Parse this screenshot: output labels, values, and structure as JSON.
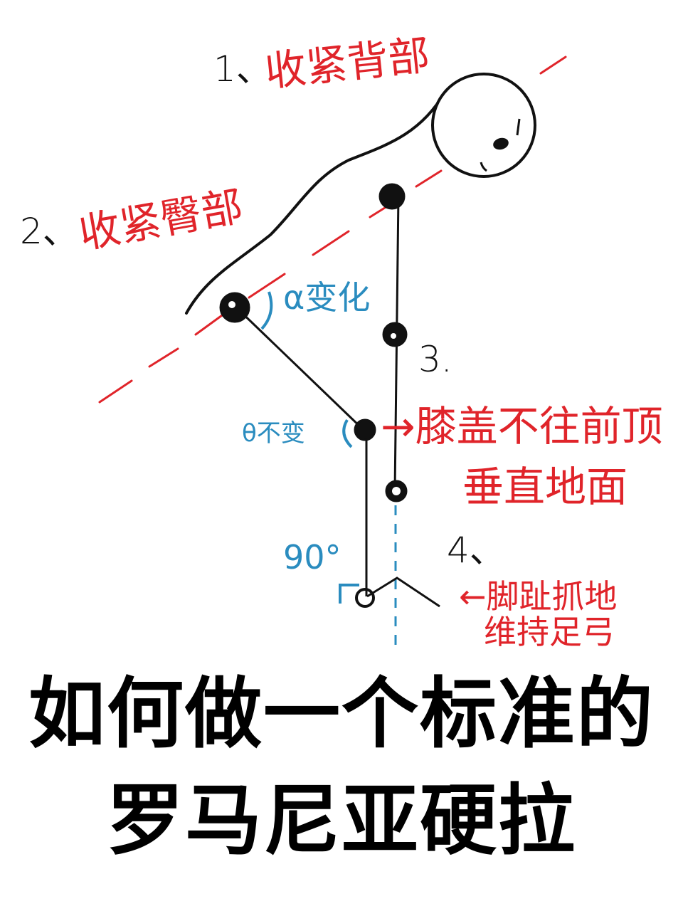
{
  "colors": {
    "ink": "#111111",
    "annotation_red": "#e0242a",
    "annotation_blue": "#2a8cbf",
    "background": "#ffffff"
  },
  "annotations": {
    "step1": {
      "number": "1、",
      "text": "收紧背部"
    },
    "step2": {
      "number": "2、",
      "text": "收紧臀部"
    },
    "step3": {
      "number": "3.",
      "text_line1": "→膝盖不往前顶",
      "text_line2": "垂直地面"
    },
    "step4": {
      "number": "4、",
      "text_line1": "←脚趾抓地",
      "text_line2": "维持足弓"
    },
    "alpha_angle": "α变化",
    "theta_angle": "θ不变",
    "right_angle": "90°"
  },
  "figure": {
    "elements": [
      "head",
      "back-curve",
      "hip-joint",
      "shoulder-joint",
      "elbow-joint",
      "knee-joint",
      "wrist-joint",
      "ankle-joint",
      "foot",
      "torso-dashed-line",
      "vertical-dashed-line"
    ]
  },
  "title": {
    "line1": "如何做一个标准的",
    "line2": "罗马尼亚硬拉"
  }
}
